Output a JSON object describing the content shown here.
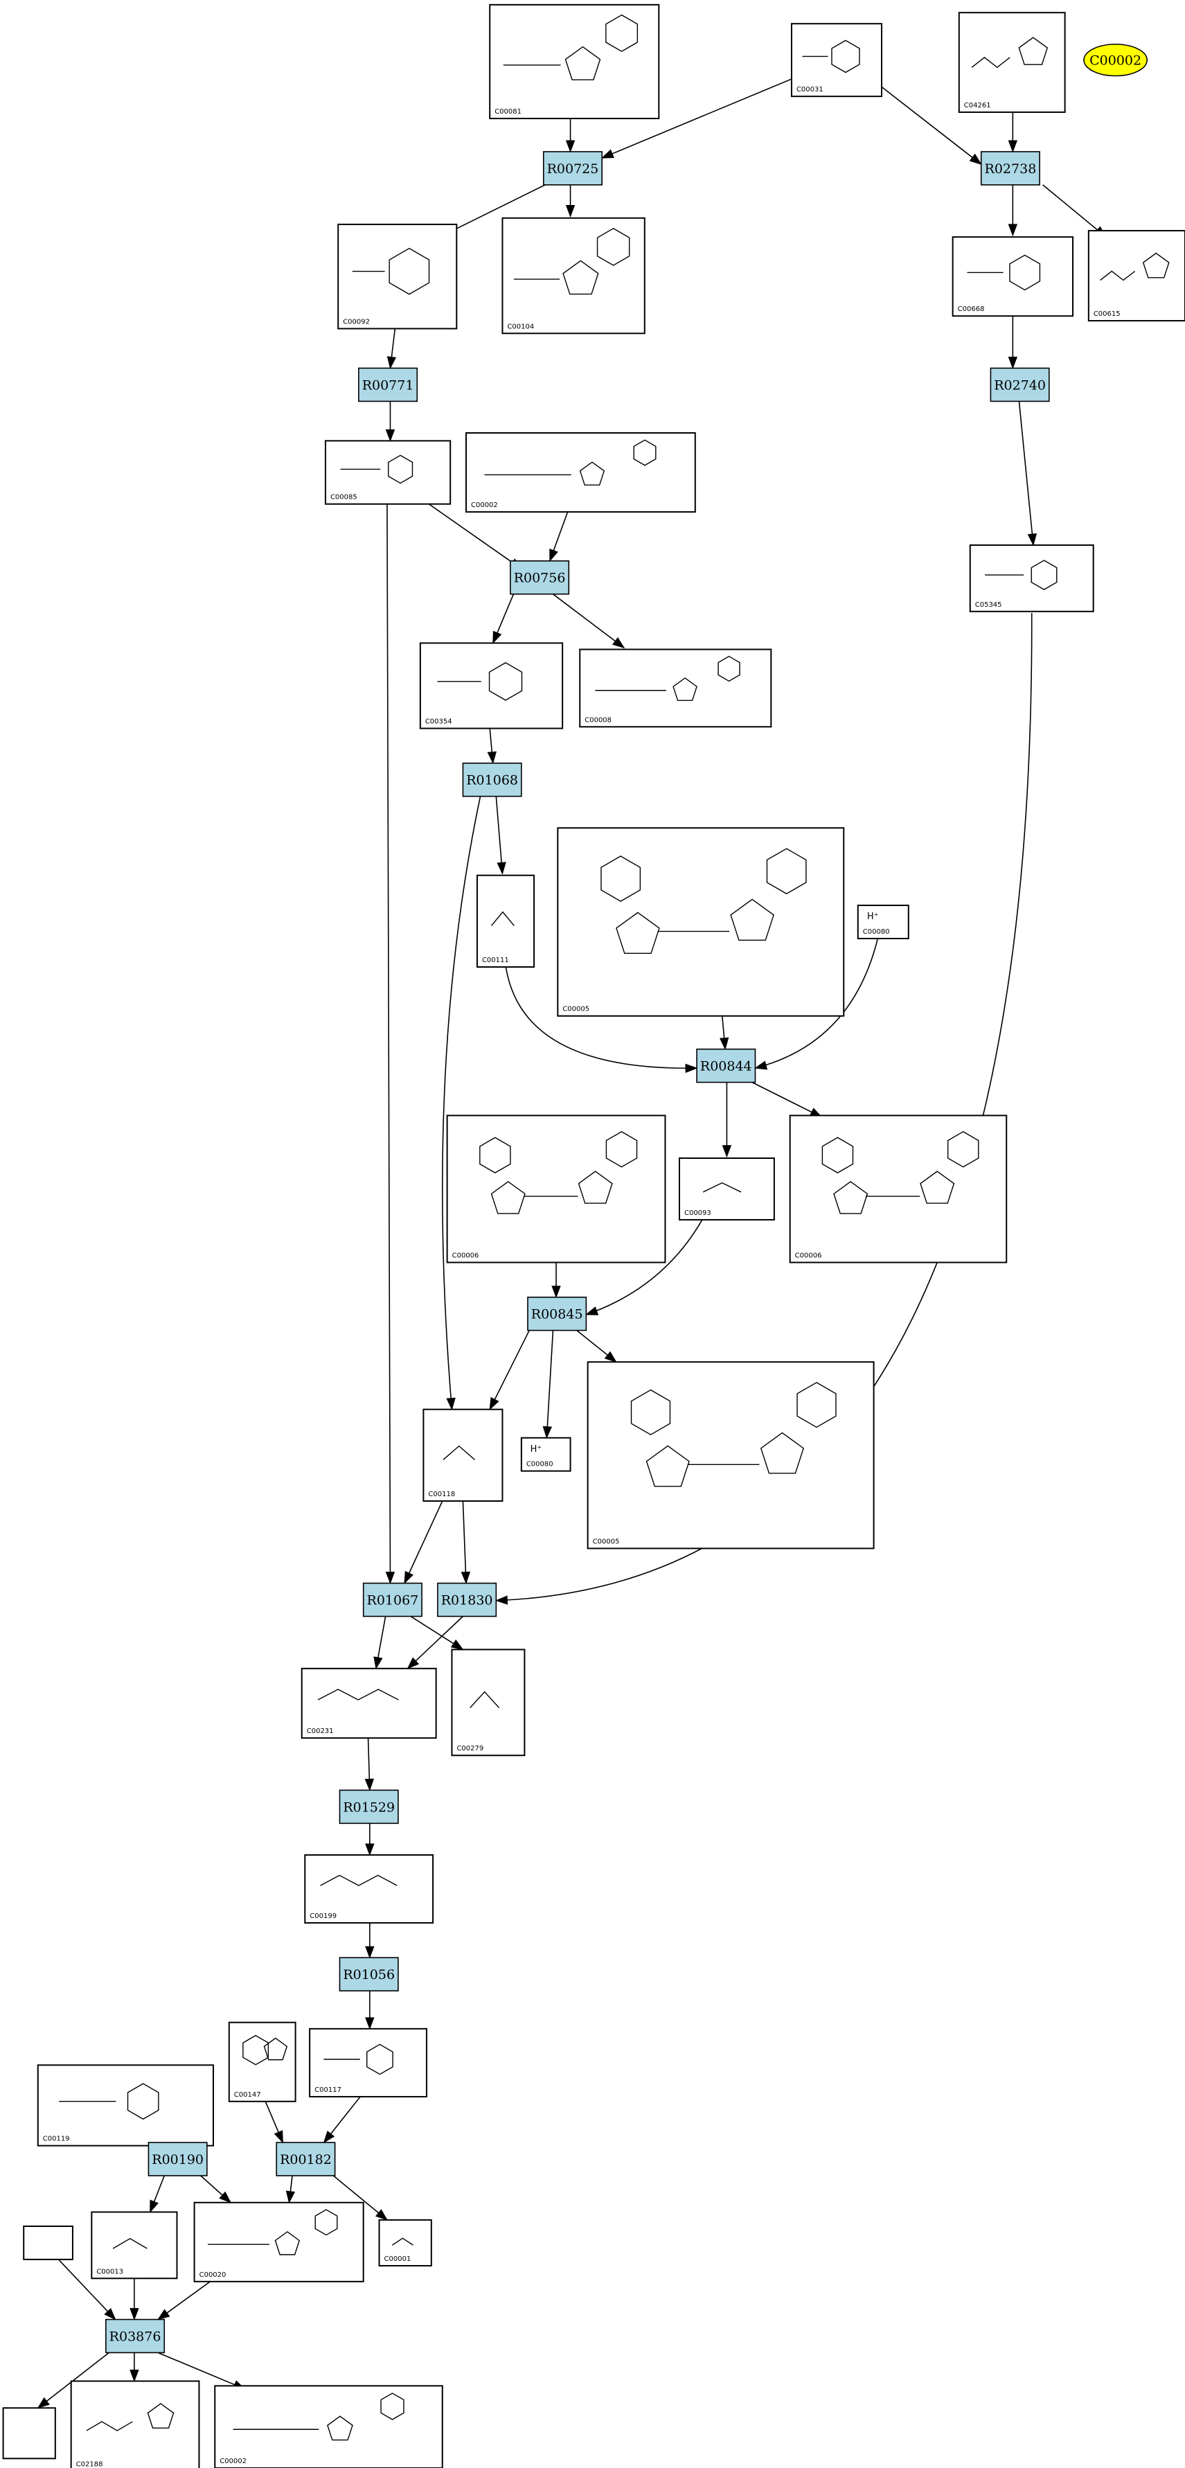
{
  "orphan": {
    "label": "C00002",
    "color": "#ffff00"
  },
  "reactions": [
    {
      "id": "R00725",
      "label": "R00725"
    },
    {
      "id": "R02738",
      "label": "R02738"
    },
    {
      "id": "R00771",
      "label": "R00771"
    },
    {
      "id": "R02740",
      "label": "R02740"
    },
    {
      "id": "R00756",
      "label": "R00756"
    },
    {
      "id": "R01068",
      "label": "R01068"
    },
    {
      "id": "R00844",
      "label": "R00844"
    },
    {
      "id": "R00845",
      "label": "R00845"
    },
    {
      "id": "R01067",
      "label": "R01067"
    },
    {
      "id": "R01830",
      "label": "R01830"
    },
    {
      "id": "R01529",
      "label": "R01529"
    },
    {
      "id": "R01056",
      "label": "R01056"
    },
    {
      "id": "R00190",
      "label": "R00190"
    },
    {
      "id": "R00182",
      "label": "R00182"
    },
    {
      "id": "R03876",
      "label": "R03876"
    }
  ],
  "compounds": [
    {
      "id": "C00081a",
      "label": "C00081",
      "kind": "nucleotide"
    },
    {
      "id": "C00031",
      "label": "C00031",
      "kind": "sugar"
    },
    {
      "id": "C04261",
      "label": "C04261",
      "kind": "peptide"
    },
    {
      "id": "C00092",
      "label": "C00092",
      "kind": "sugar"
    },
    {
      "id": "C00104",
      "label": "C00104",
      "kind": "nucleotide"
    },
    {
      "id": "C00668",
      "label": "C00668",
      "kind": "sugar"
    },
    {
      "id": "C00615",
      "label": "C00615",
      "kind": "peptide"
    },
    {
      "id": "C00085",
      "label": "C00085",
      "kind": "sugar"
    },
    {
      "id": "C00002a",
      "label": "C00002",
      "kind": "nucleotide"
    },
    {
      "id": "C05345",
      "label": "C05345",
      "kind": "sugar"
    },
    {
      "id": "C00354",
      "label": "C00354",
      "kind": "sugar"
    },
    {
      "id": "C00008",
      "label": "C00008",
      "kind": "nucleotide"
    },
    {
      "id": "C00111",
      "label": "C00111",
      "kind": "small"
    },
    {
      "id": "C00005a",
      "label": "C00005",
      "kind": "dinucleotide"
    },
    {
      "id": "C00080a",
      "label": "C00080",
      "kind": "proton",
      "formula": "H⁺"
    },
    {
      "id": "C00006a",
      "label": "C00006",
      "kind": "dinucleotide"
    },
    {
      "id": "C00093",
      "label": "C00093",
      "kind": "small"
    },
    {
      "id": "C00006b",
      "label": "C00006",
      "kind": "dinucleotide"
    },
    {
      "id": "C00118",
      "label": "C00118",
      "kind": "small"
    },
    {
      "id": "C00080b",
      "label": "C00080",
      "kind": "proton",
      "formula": "H⁺"
    },
    {
      "id": "C00005b",
      "label": "C00005",
      "kind": "dinucleotide"
    },
    {
      "id": "C00231",
      "label": "C00231",
      "kind": "chain"
    },
    {
      "id": "C00279",
      "label": "C00279",
      "kind": "small"
    },
    {
      "id": "C00199",
      "label": "C00199",
      "kind": "chain"
    },
    {
      "id": "C00119",
      "label": "C00119",
      "kind": "sugar"
    },
    {
      "id": "C00147",
      "label": "C00147",
      "kind": "base"
    },
    {
      "id": "C00117",
      "label": "C00117",
      "kind": "sugar"
    },
    {
      "id": "blank1",
      "label": "",
      "kind": "empty"
    },
    {
      "id": "C00013",
      "label": "C00013",
      "kind": "small"
    },
    {
      "id": "C00020",
      "label": "C00020",
      "kind": "nucleotide"
    },
    {
      "id": "C00001",
      "label": "C00001",
      "kind": "small"
    },
    {
      "id": "blank2",
      "label": "",
      "kind": "empty"
    },
    {
      "id": "C02188",
      "label": "C02188",
      "kind": "peptide"
    },
    {
      "id": "C00002b",
      "label": "C00002",
      "kind": "nucleotide"
    }
  ]
}
